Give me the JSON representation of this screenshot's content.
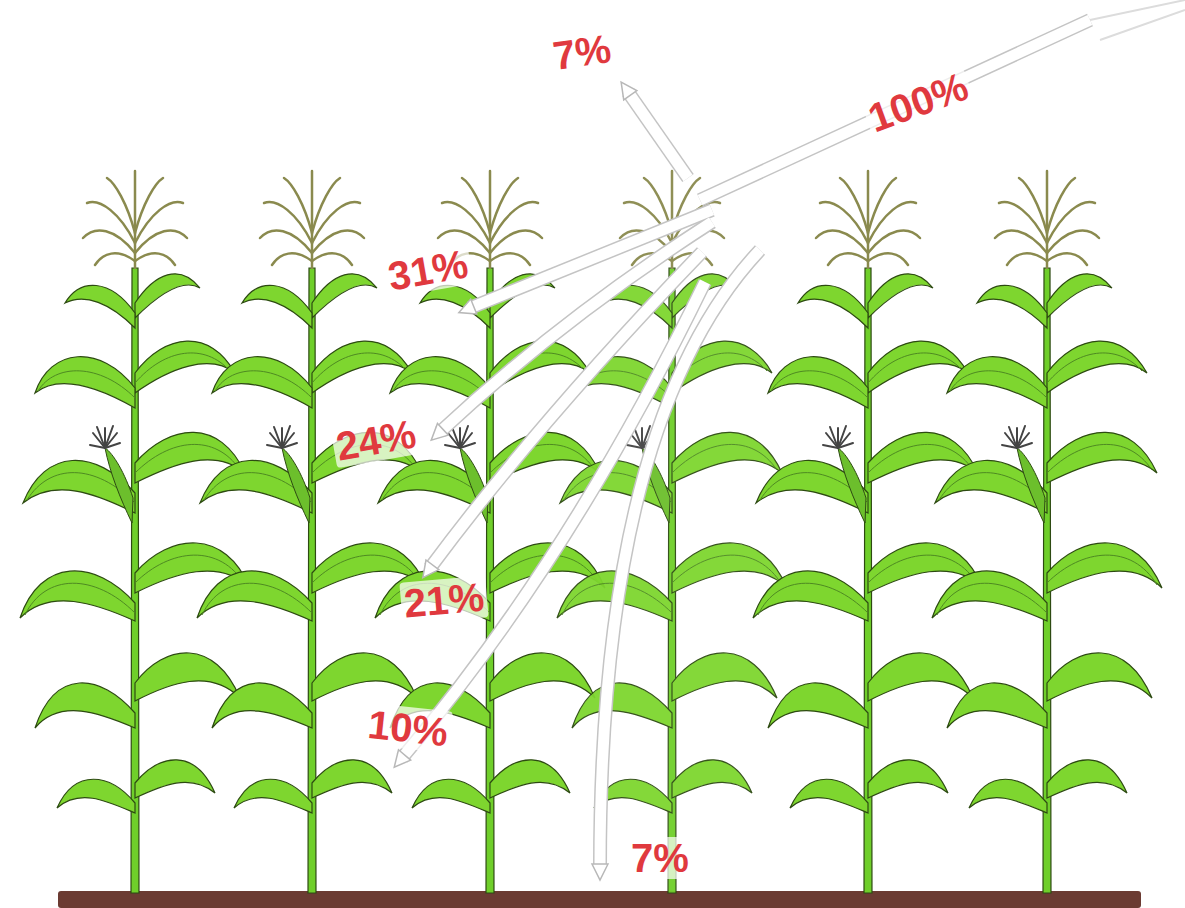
{
  "diagram": {
    "labels": [
      "7%",
      "100%",
      "31%",
      "24%",
      "21%",
      "10%",
      "7%"
    ]
  }
}
